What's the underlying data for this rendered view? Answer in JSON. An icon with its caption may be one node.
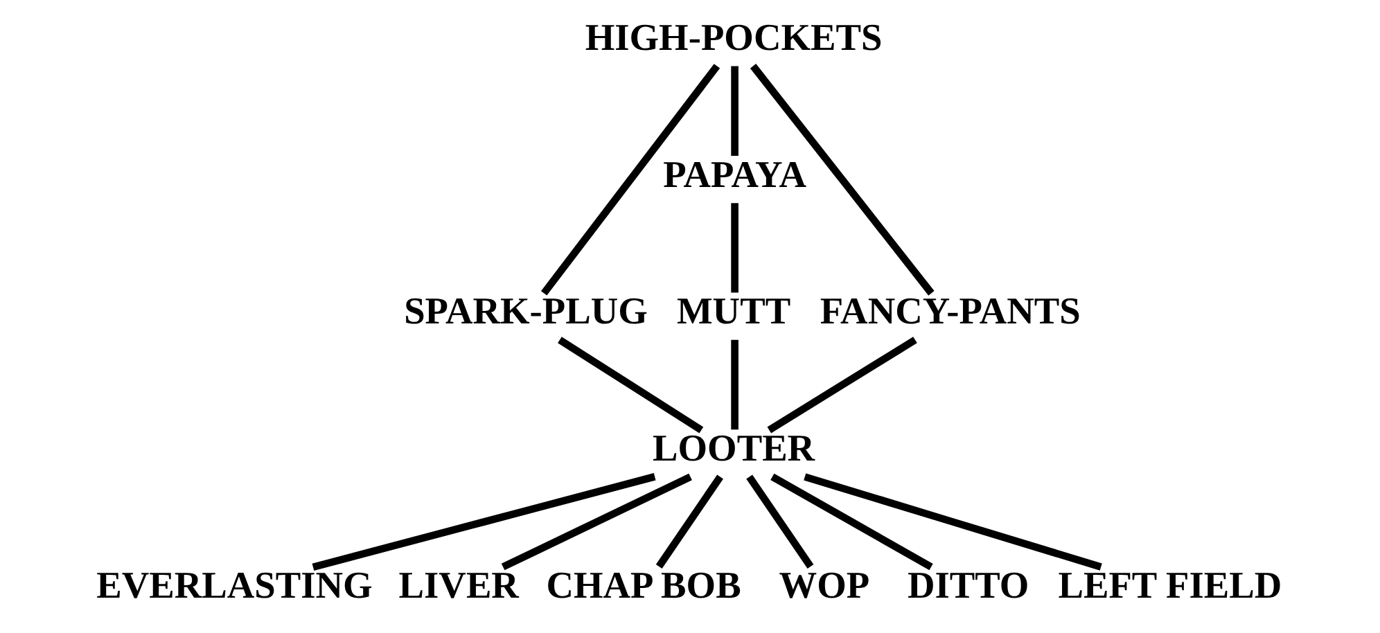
{
  "diagram": {
    "nodes": [
      {
        "text": [
          "HIGH-POCKETS"
        ]
      },
      {
        "text": [
          "PAPAYA"
        ]
      },
      {
        "text": [
          "SPARK-PLUG"
        ]
      },
      {
        "text": [
          "MUTT"
        ]
      },
      {
        "text": [
          "FANCY-PANTS"
        ]
      },
      {
        "text": [
          "LOOTER"
        ]
      },
      {
        "text": [
          "EVERLASTING"
        ]
      },
      {
        "text": [
          "LIVER"
        ]
      },
      {
        "text": [
          "CHAP BOB"
        ]
      },
      {
        "text": [
          "WOP"
        ]
      },
      {
        "text": [
          "DITTO"
        ]
      },
      {
        "text": [
          "LEFT FIELD"
        ]
      }
    ],
    "edges": [
      {
        "from": 0,
        "to": 2,
        "arrow": "none"
      },
      {
        "from": 0,
        "to": 1,
        "arrow": "none"
      },
      {
        "from": 0,
        "to": 4,
        "arrow": "none"
      },
      {
        "from": 1,
        "to": 3,
        "arrow": "none"
      },
      {
        "from": 2,
        "to": 5,
        "arrow": "none"
      },
      {
        "from": 3,
        "to": 5,
        "arrow": "none"
      },
      {
        "from": 4,
        "to": 5,
        "arrow": "none"
      },
      {
        "from": 5,
        "to": 6,
        "arrow": "none"
      },
      {
        "from": 5,
        "to": 7,
        "arrow": "none"
      },
      {
        "from": 5,
        "to": 8,
        "arrow": "none"
      },
      {
        "from": 5,
        "to": 9,
        "arrow": "none"
      },
      {
        "from": 5,
        "to": 10,
        "arrow": "none"
      },
      {
        "from": 5,
        "to": 11,
        "arrow": "none"
      }
    ]
  }
}
